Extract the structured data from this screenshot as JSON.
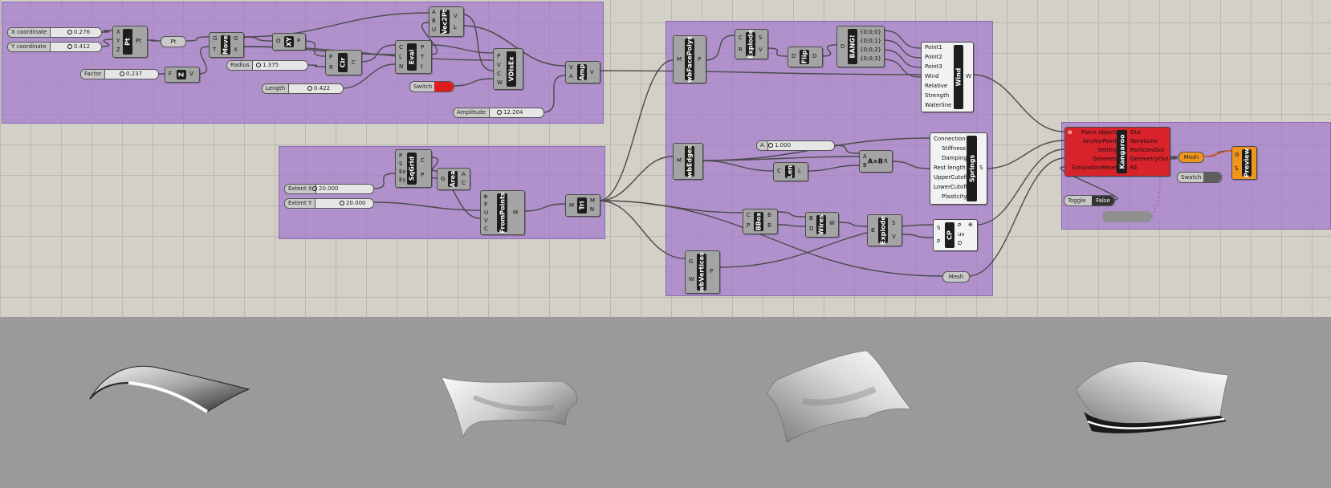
{
  "colors": {
    "canvas": "#d3d0c8",
    "group": "#a278cd",
    "kangaroo": "#d8232a",
    "preview": "#f0961e",
    "render_bg": "#9a9a9a"
  },
  "sliders": {
    "x_coord": {
      "label": "X coordinate",
      "value": "0.276"
    },
    "y_coord": {
      "label": "Y coordinate",
      "value": "0.412"
    },
    "factor": {
      "label": "Factor",
      "value": "0.237"
    },
    "radius": {
      "label": "Radius",
      "value": "1.375"
    },
    "length": {
      "label": "Length",
      "value": "0.422"
    },
    "amplitude": {
      "label": "Amplitude",
      "value": "12.204"
    },
    "extent_x": {
      "label": "Extent X",
      "value": "20.000"
    },
    "extent_y": {
      "label": "Extent Y",
      "value": "20.000"
    },
    "a": {
      "label": "A",
      "value": "1.000"
    }
  },
  "components": {
    "pt": {
      "name": "Pt",
      "inputs": [
        "X",
        "Y",
        "Z"
      ],
      "outputs": [
        "Pt"
      ]
    },
    "pt_param": {
      "name": "Pt"
    },
    "move": {
      "name": "Move",
      "inputs": [
        "G",
        "T"
      ],
      "outputs": [
        "G",
        "X"
      ]
    },
    "z": {
      "name": "Z",
      "inputs": [
        "F"
      ],
      "outputs": [
        "V"
      ]
    },
    "xy": {
      "name": "XY",
      "inputs": [
        "O"
      ],
      "outputs": [
        "P"
      ]
    },
    "cir": {
      "name": "Cir",
      "inputs": [
        "P",
        "R"
      ],
      "outputs": [
        "C"
      ]
    },
    "eval": {
      "name": "Eval",
      "inputs": [
        "C",
        "L",
        "N"
      ],
      "outputs": [
        "P",
        "T",
        "t"
      ]
    },
    "vec2pt": {
      "name": "Vec2Pt",
      "inputs": [
        "A",
        "B",
        "U"
      ],
      "outputs": [
        "V",
        "L"
      ]
    },
    "vdisex": {
      "name": "VDisEx",
      "inputs": [
        "P",
        "V",
        "C",
        "W"
      ],
      "outputs": []
    },
    "amp": {
      "name": "Amp",
      "inputs": [
        "V",
        "A"
      ],
      "outputs": [
        "V"
      ]
    },
    "switch": {
      "label": "Switch"
    },
    "sqgrid": {
      "name": "SqGrid",
      "inputs": [
        "P",
        "S",
        "Ex",
        "Ey"
      ],
      "outputs": [
        "C",
        "P"
      ]
    },
    "area": {
      "name": "Area",
      "inputs": [
        "G"
      ],
      "outputs": [
        "A",
        "C"
      ]
    },
    "frompoints": {
      "name": "FromPoints",
      "inputs": [
        "P",
        "U",
        "V",
        "C"
      ],
      "outputs": [
        "M"
      ]
    },
    "tri": {
      "name": "Tri",
      "inputs": [
        "M"
      ],
      "outputs": [
        "M",
        "N"
      ]
    },
    "wbfacepolys": {
      "name": "wbFacePolys",
      "inputs": [
        "M"
      ],
      "outputs": [
        "P"
      ]
    },
    "explode1": {
      "name": "Explode",
      "inputs": [
        "C",
        "R"
      ],
      "outputs": [
        "S",
        "V"
      ]
    },
    "flip": {
      "name": "Flip",
      "inputs": [
        "D"
      ],
      "outputs": [
        "D"
      ]
    },
    "bang": {
      "name": "BANG!",
      "inputs": [
        "D"
      ],
      "outputs": [
        "{0;0;0}",
        "{0;0;1}",
        "{0;0;2}",
        "{0;0;3}"
      ]
    },
    "wind": {
      "name": "Wind",
      "inputs": [
        "Point1",
        "Point2",
        "Point3",
        "Wind",
        "Relative",
        "Strength",
        "Waterline"
      ],
      "outputs": [
        "W"
      ]
    },
    "wbedges": {
      "name": "wbEdges",
      "inputs": [
        "M"
      ],
      "outputs": []
    },
    "len": {
      "name": "Len",
      "inputs": [
        "C"
      ],
      "outputs": [
        "L"
      ]
    },
    "axb": {
      "name": "A×B",
      "inputs": [
        "A",
        "B"
      ],
      "outputs": [
        "R"
      ]
    },
    "springs": {
      "name": "Springs",
      "inputs": [
        "Connection",
        "Stiffness",
        "Damping",
        "Rest length",
        "UpperCutoff",
        "LowerCutoff",
        "Plasticity"
      ],
      "outputs": [
        "S"
      ]
    },
    "bbox": {
      "name": "BBox",
      "inputs": [
        "C",
        "P"
      ],
      "outputs": [
        "B",
        "B"
      ]
    },
    "wires": {
      "name": "Wires",
      "inputs": [
        "B",
        "D"
      ],
      "outputs": [
        "W"
      ]
    },
    "explode2": {
      "name": "Explode",
      "inputs": [
        "B"
      ],
      "outputs": [
        "S",
        "V"
      ]
    },
    "cp": {
      "name": "CP",
      "inputs": [
        "S",
        "P"
      ],
      "outputs": [
        "P",
        "uv",
        "D"
      ]
    },
    "wbvertices": {
      "name": "wbVertices",
      "inputs": [
        "G",
        "W"
      ],
      "outputs": [
        "P"
      ]
    },
    "mesh_param": {
      "name": "Mesh"
    },
    "kangaroo": {
      "name": "Kangaroo",
      "inputs": [
        "Force objects",
        "AnchorPoints",
        "Settings",
        "Geometry",
        "SimulationReset"
      ],
      "outputs": [
        "Out",
        "Iterations",
        "ParticlesOut",
        "GeometryOut",
        "KE"
      ]
    },
    "mesh_out": {
      "name": "Mesh"
    },
    "preview": {
      "name": "Preview",
      "inputs": [
        "G",
        "S"
      ]
    },
    "swatch2": {
      "label": "Swatch"
    },
    "toggle": {
      "label": "Toggle",
      "value": "False"
    }
  },
  "renders": [
    "render-1",
    "render-2",
    "render-3",
    "render-4"
  ]
}
